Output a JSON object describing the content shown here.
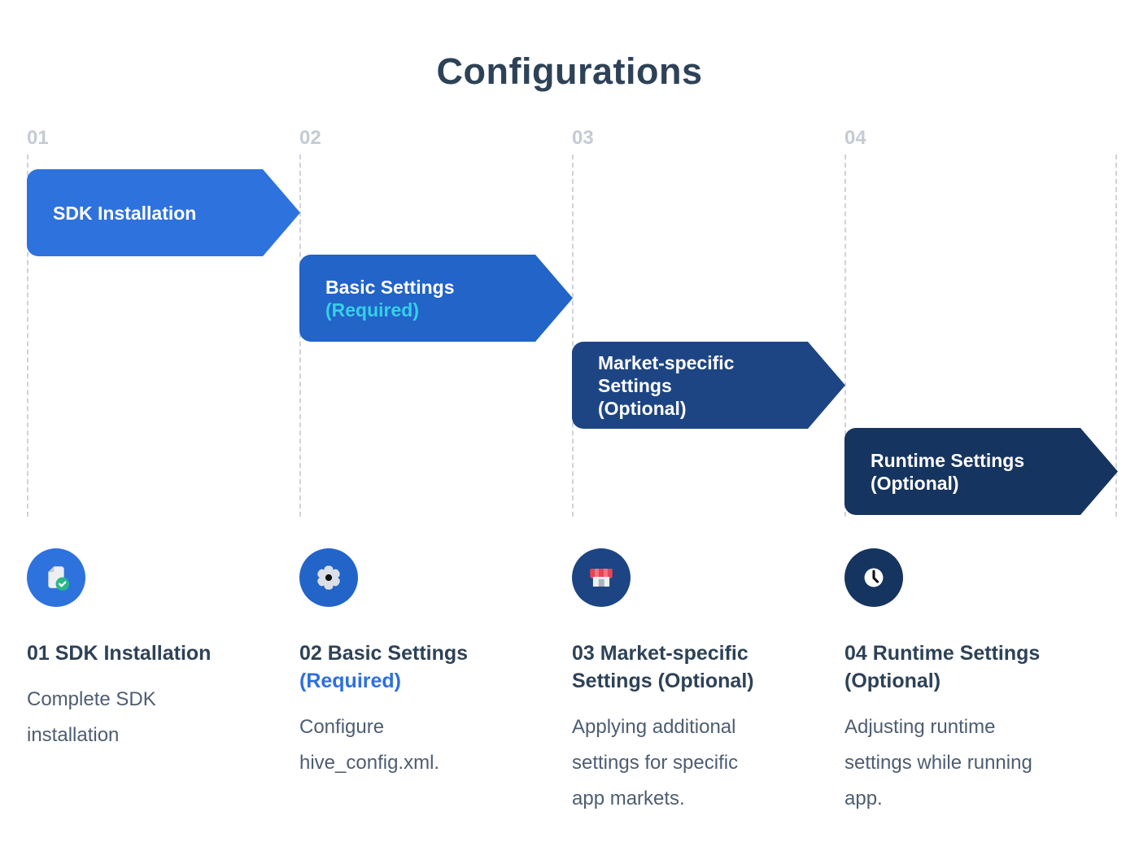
{
  "title": "Configurations",
  "colors": {
    "heading_dark": "#2e4257",
    "body_gray": "#4e5d71",
    "number_gray": "#c5cbd4",
    "dashed_line": "#cdd3da",
    "required_blue": "#2e6fdd",
    "accent_cyan": "#35d0e8",
    "check_green": "#2bb78a",
    "store_red_dark": "#e84553",
    "store_red_light": "#f37480"
  },
  "steps": [
    {
      "number": "01",
      "banner_title": "SDK Installation",
      "banner_subtitle": "",
      "color": "#2e72dd",
      "subtitle_color": "#ffffff",
      "icon": "document-check-icon",
      "heading": "01 SDK Installation",
      "heading_suffix": "",
      "description": "Complete SDK\ninstallation"
    },
    {
      "number": "02",
      "banner_title": "Basic Settings",
      "banner_subtitle": "(Required)",
      "color": "#2264c8",
      "subtitle_color": "#35d0e8",
      "icon": "gear-icon",
      "heading": "02 Basic Settings",
      "heading_suffix": "(Required)",
      "description": "Configure\nhive_config.xml."
    },
    {
      "number": "03",
      "banner_title": "Market-specific Settings",
      "banner_subtitle": "(Optional)",
      "color": "#1d4584",
      "subtitle_color": "#ffffff",
      "icon": "storefront-icon",
      "heading": "03 Market-specific\nSettings (Optional)",
      "heading_suffix": "",
      "description": "Applying additional\nsettings for specific\napp markets."
    },
    {
      "number": "04",
      "banner_title": "Runtime Settings",
      "banner_subtitle": "(Optional)",
      "color": "#163460",
      "subtitle_color": "#ffffff",
      "icon": "clock-icon",
      "heading": "04 Runtime Settings\n(Optional)",
      "heading_suffix": "",
      "description": "Adjusting runtime\nsettings while running\napp."
    }
  ]
}
